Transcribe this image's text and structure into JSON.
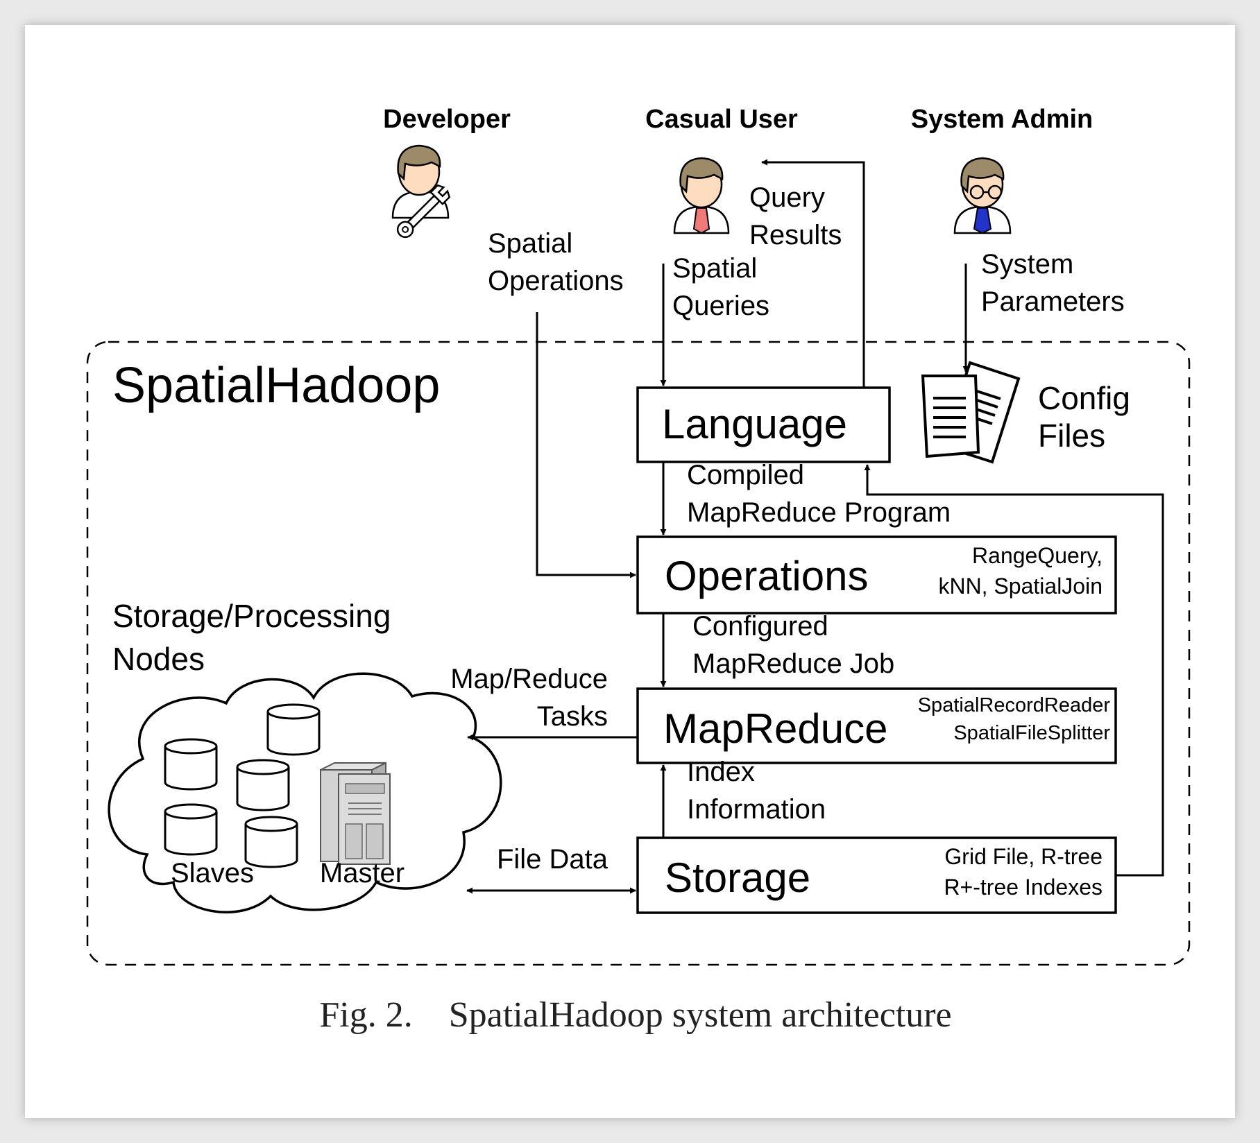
{
  "actors": {
    "developer": "Developer",
    "casual_user": "Casual User",
    "system_admin": "System Admin"
  },
  "system_title": "SpatialHadoop",
  "layers": {
    "language": {
      "name": "Language"
    },
    "operations": {
      "name": "Operations",
      "details": [
        "RangeQuery,",
        "kNN, SpatialJoin"
      ]
    },
    "mapreduce": {
      "name": "MapReduce",
      "details": [
        "SpatialRecordReader",
        "SpatialFileSplitter"
      ]
    },
    "storage": {
      "name": "Storage",
      "details": [
        "Grid File, R-tree",
        "R+-tree Indexes"
      ]
    }
  },
  "config_files": [
    "Config",
    "Files"
  ],
  "cluster": {
    "title": [
      "Storage/Processing",
      "Nodes"
    ],
    "slaves": "Slaves",
    "master": "Master"
  },
  "flows": {
    "spatial_operations": [
      "Spatial",
      "Operations"
    ],
    "query_results": [
      "Query",
      "Results"
    ],
    "spatial_queries": [
      "Spatial",
      "Queries"
    ],
    "system_parameters": [
      "System",
      "Parameters"
    ],
    "compiled_program": [
      "Compiled",
      "MapReduce Program"
    ],
    "configured_job": [
      "Configured",
      "MapReduce Job"
    ],
    "map_reduce_tasks": [
      "Map/Reduce",
      "Tasks"
    ],
    "index_information": [
      "Index",
      "Information"
    ],
    "file_data": "File Data"
  },
  "caption": "Fig. 2.    SpatialHadoop system architecture"
}
